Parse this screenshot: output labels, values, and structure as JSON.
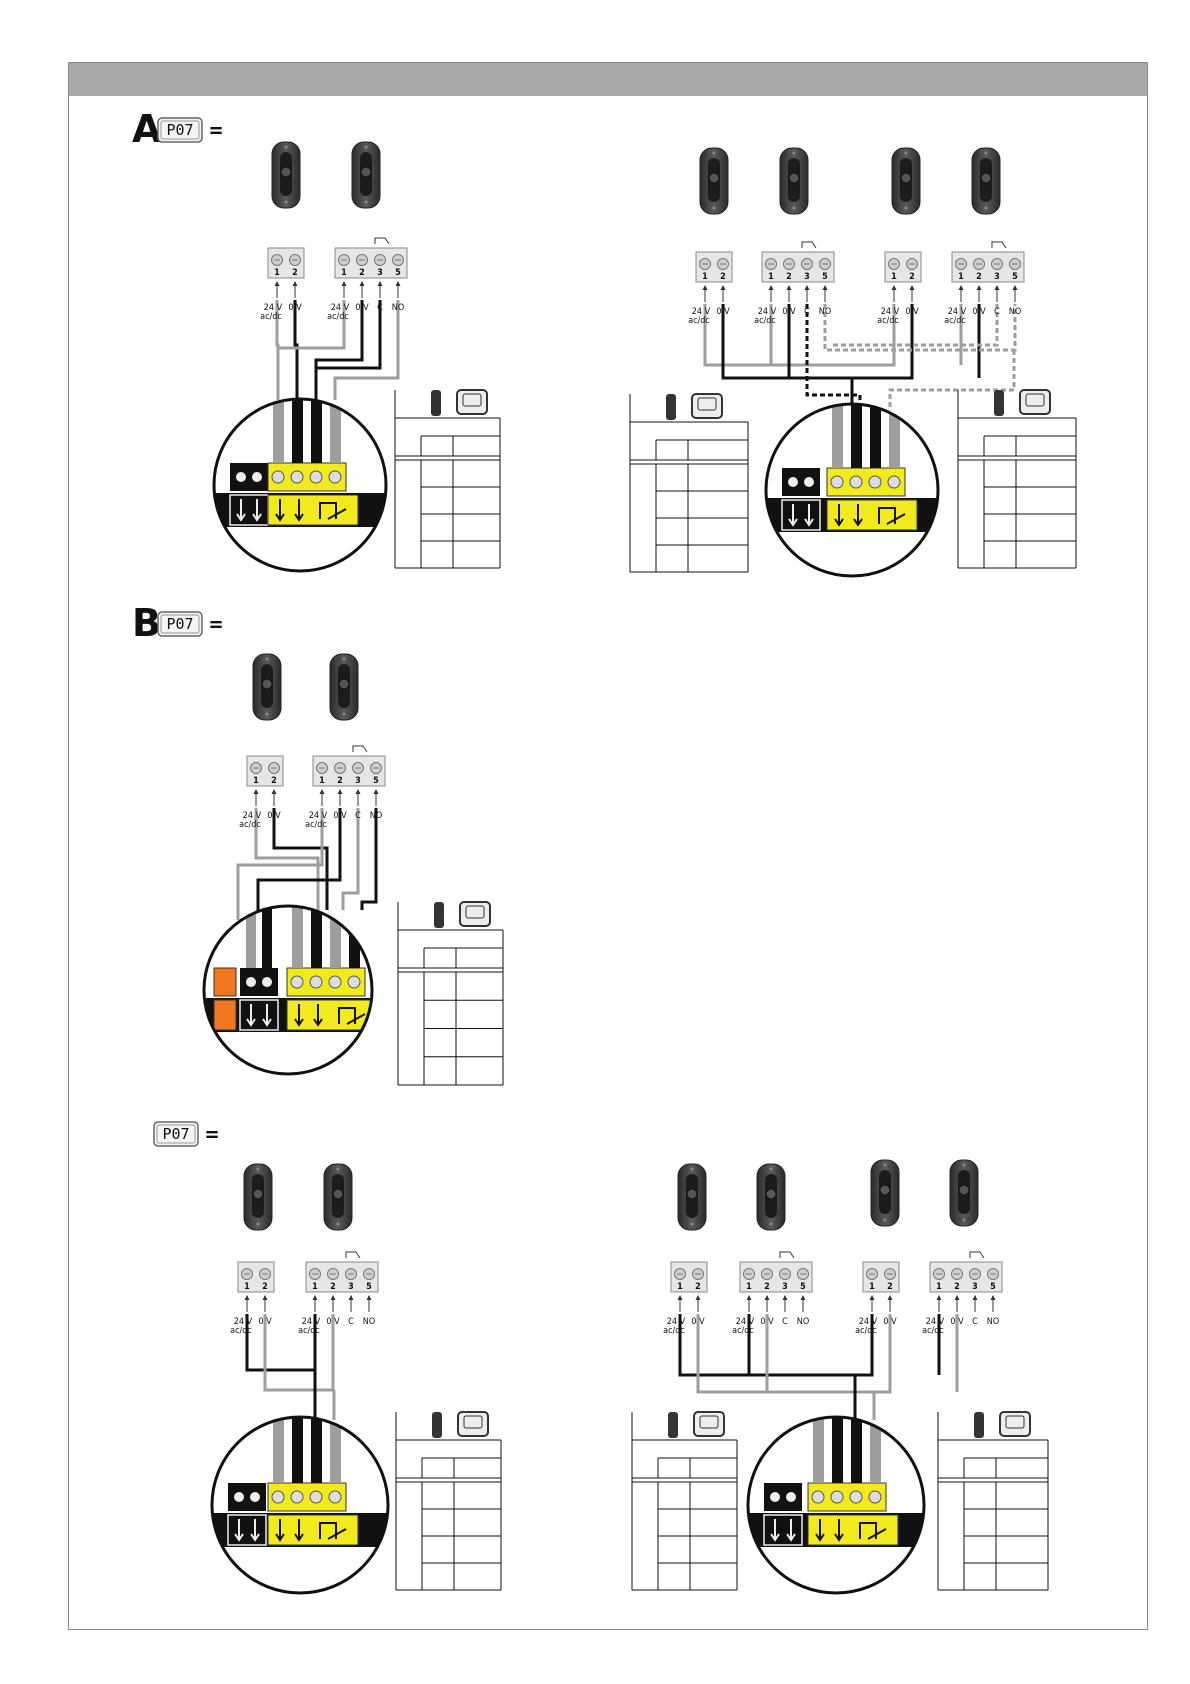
{
  "sections": [
    {
      "id": "A",
      "letter": "A",
      "display": "P07",
      "equals": "="
    },
    {
      "id": "B",
      "letter": "B",
      "display": "P07",
      "equals": "="
    },
    {
      "id": "C",
      "letter": "",
      "display": "P07",
      "equals": "="
    }
  ],
  "terminals": {
    "tx": {
      "numbers": [
        "1",
        "2"
      ],
      "labels": [
        "24 V",
        "0 V"
      ],
      "sublabel": "ac/dc"
    },
    "rx": {
      "numbers": [
        "1",
        "2",
        "3",
        "5"
      ],
      "labels": [
        "24 V",
        "0 V",
        "C",
        "NO"
      ],
      "sublabel": "ac/dc"
    }
  },
  "colors": {
    "bar": "#a8a8a8",
    "wire_black": "#111111",
    "wire_gray": "#9e9e9e",
    "terminal_yellow": "#f2ea1c",
    "terminal_orange": "#f07820",
    "photocell": "#3a3a3a"
  }
}
